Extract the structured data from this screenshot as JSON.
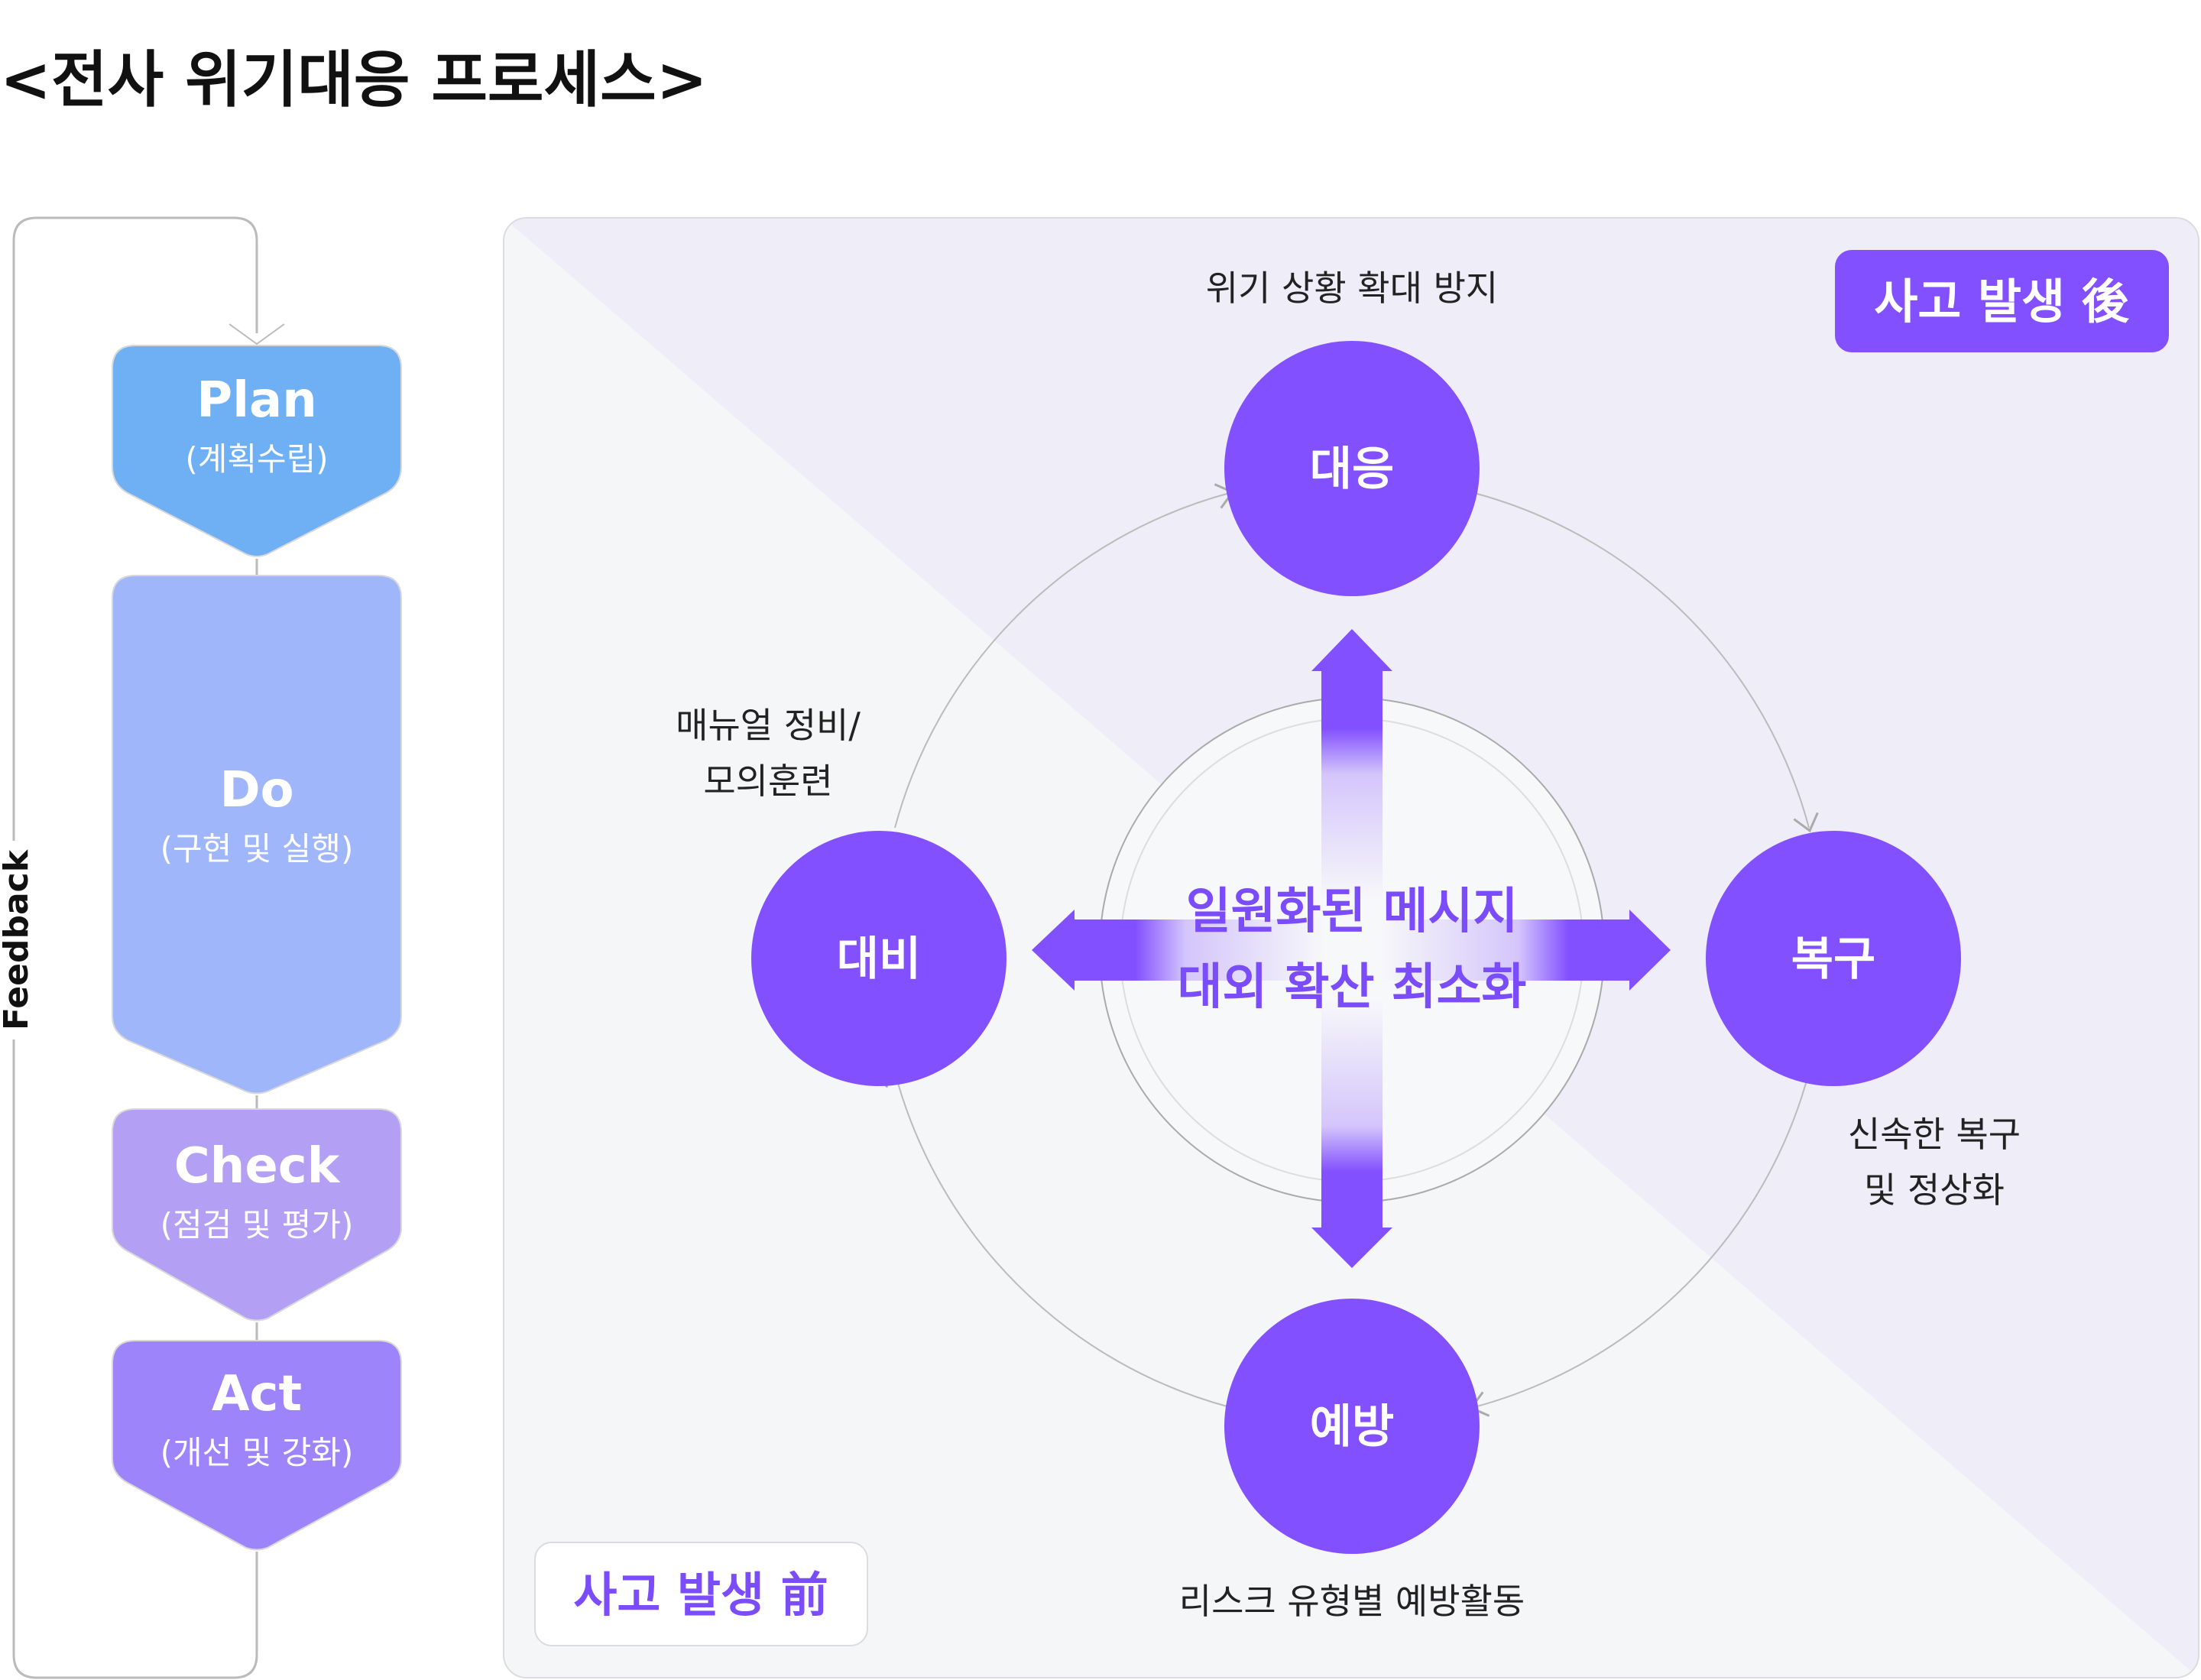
{
  "title": "<전사 위기대응 프로세스>",
  "feedback_label": "Feedback",
  "pdca": [
    {
      "label": "Plan",
      "sub": "(계획수립)",
      "color": "#6fb0f5"
    },
    {
      "label": "Do",
      "sub": "(구현 및 실행)",
      "color": "#9fb6fb"
    },
    {
      "label": "Check",
      "sub": "(점검 및 평가)",
      "color": "#b3a0f5"
    },
    {
      "label": "Act",
      "sub": "(개선 및 강화)",
      "color": "#9d84fa"
    }
  ],
  "cycle": {
    "nodes": [
      {
        "label": "대응",
        "desc": [
          "위기 상황 확대 방지"
        ]
      },
      {
        "label": "복구",
        "desc": [
          "신속한 복구",
          "및 정상화"
        ]
      },
      {
        "label": "예방",
        "desc": [
          "리스크 유형별 예방활동"
        ]
      },
      {
        "label": "대비",
        "desc": [
          "매뉴얼 정비/",
          "모의훈련"
        ]
      }
    ],
    "center": [
      "일원화된 메시지",
      "대외 확산 최소화"
    ],
    "node_color": "#8250fe"
  },
  "badges": {
    "after": "사고 발생 後",
    "before": "사고 발생 前"
  }
}
